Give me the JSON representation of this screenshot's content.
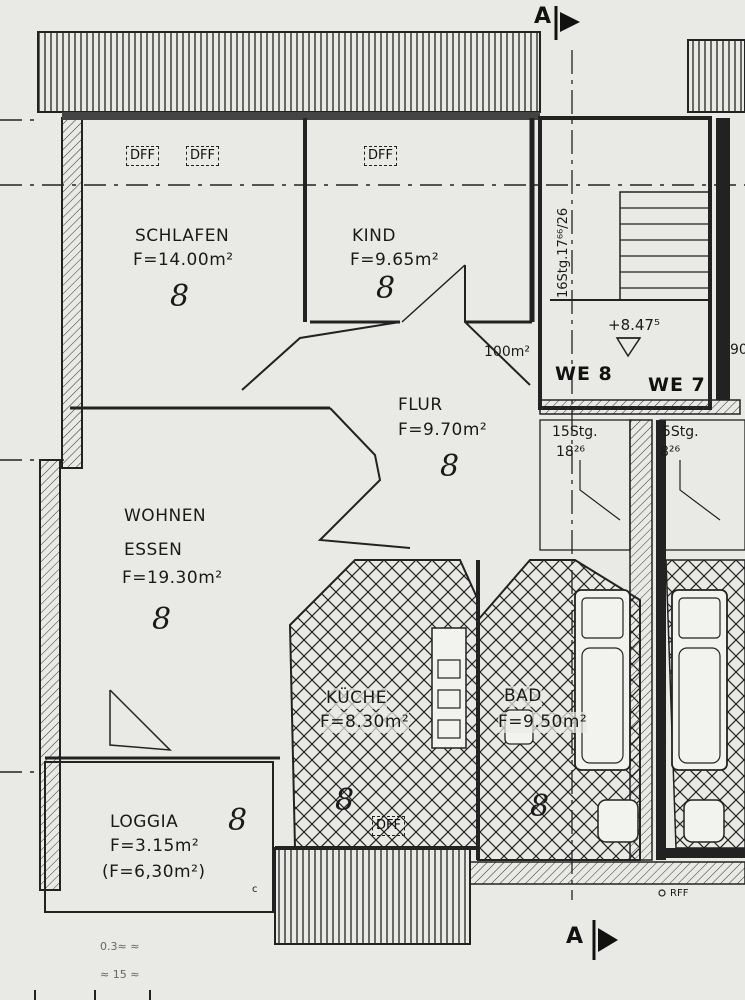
{
  "rooms": {
    "schlafen": {
      "name": "SCHLAFEN",
      "area": "F=14.00m²",
      "marker": "8"
    },
    "kind": {
      "name": "KIND",
      "area": "F=9.65m²",
      "marker": "8"
    },
    "flur": {
      "name": "FLUR",
      "area": "F=9.70m²",
      "marker": "8"
    },
    "wohnen": {
      "name_line1": "WOHNEN",
      "name_line2": "ESSEN",
      "area": "F=19.30m²",
      "marker": "8"
    },
    "kueche": {
      "name": "KÜCHE",
      "area": "F=8.30m²",
      "marker": "8"
    },
    "bad": {
      "name": "BAD",
      "area": "F=9.50m²",
      "marker": "8"
    },
    "loggia": {
      "name": "LOGGIA",
      "area": "F=3.15m²",
      "area_alt": "(F=6,30m²)",
      "marker": "8"
    }
  },
  "annotations": {
    "dff": "DFF",
    "door_width": "100m²",
    "level": "+8.47⁵",
    "unit_left": "WE 8",
    "unit_right": "WE 7",
    "stair_upper": "16Stg.17⁶⁶/26",
    "stair_left_count": "15Stg.",
    "stair_left_dim": "18²⁶",
    "stair_right_count": "5Stg.",
    "stair_right_dim": "8²⁶",
    "rff": "RFF",
    "edge_number": "90",
    "section": "A",
    "corner_c": "c",
    "bottom_note_1": "0.3≈ ≈",
    "bottom_note_2": "≈ 15 ≈"
  }
}
